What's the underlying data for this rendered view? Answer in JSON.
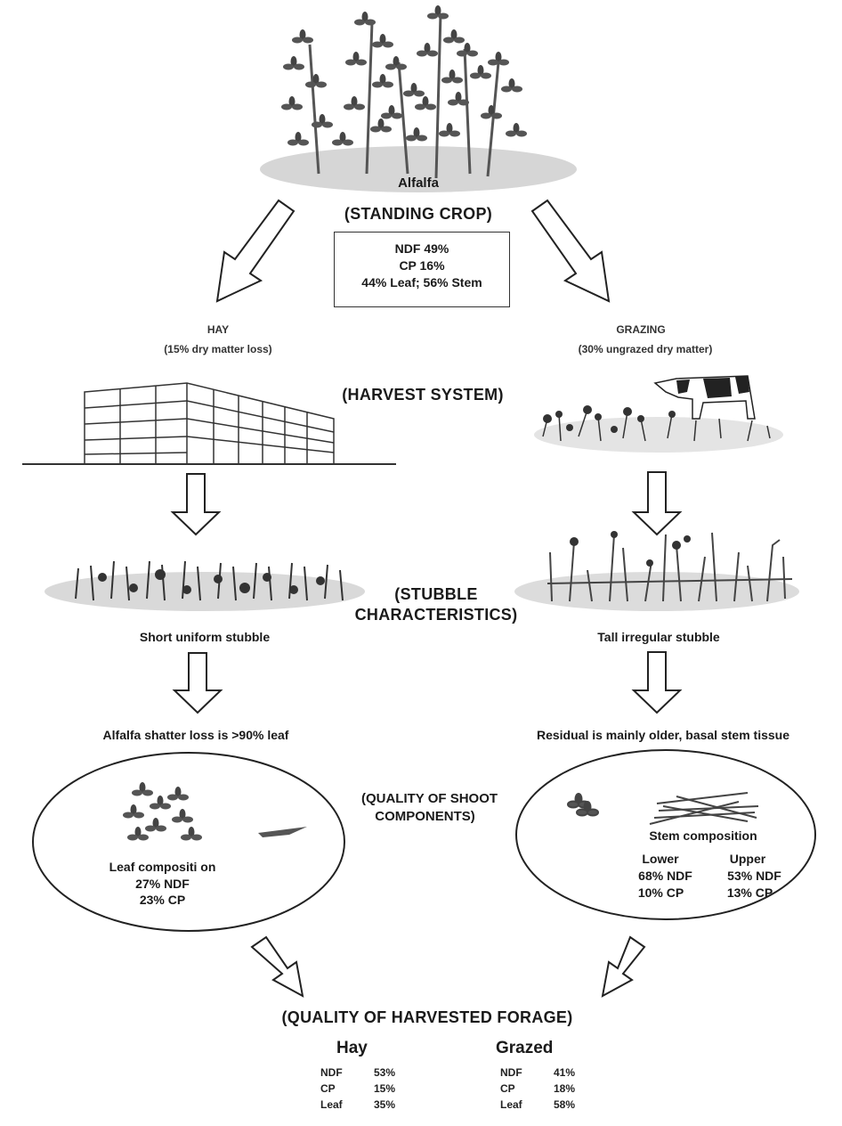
{
  "top": {
    "crop_name": "Alfalfa",
    "stage_label": "(STANDING CROP)",
    "composition": [
      "NDF 49%",
      "CP 16%",
      "44% Leaf; 56% Stem"
    ]
  },
  "hay": {
    "title": "HAY",
    "note": "(15% dry matter loss)",
    "stubble": "Short uniform stubble",
    "loss": "Alfalfa shatter loss is >90% leaf",
    "leaf_title": "Leaf compositi on",
    "leaf_ndf": "27% NDF",
    "leaf_cp": "23% CP"
  },
  "grazing": {
    "title": "GRAZING",
    "note": "(30% ungrazed dry matter)",
    "stubble": "Tall irregular stubble",
    "residual": "Residual is mainly older, basal stem tissue",
    "stem_title": "Stem composition",
    "lower": {
      "label": "Lower",
      "ndf": "68% NDF",
      "cp": "10% CP"
    },
    "upper": {
      "label": "Upper",
      "ndf": "53% NDF",
      "cp": "13% CP"
    }
  },
  "center_labels": {
    "harvest_system": "(HARVEST SYSTEM)",
    "stubble_1": "(STUBBLE",
    "stubble_2": "CHARACTERISTICS)",
    "shoot_1": "(QUALITY OF SHOOT",
    "shoot_2": "COMPONENTS)"
  },
  "bottom": {
    "title": "(QUALITY OF HARVESTED FORAGE)",
    "hay": {
      "label": "Hay",
      "rows": [
        [
          "NDF",
          "53%"
        ],
        [
          "CP",
          "15%"
        ],
        [
          "Leaf",
          "35%"
        ]
      ]
    },
    "grazed": {
      "label": "Grazed",
      "rows": [
        [
          "NDF",
          "41%"
        ],
        [
          "CP",
          "18%"
        ],
        [
          "Leaf",
          "58%"
        ]
      ]
    }
  }
}
